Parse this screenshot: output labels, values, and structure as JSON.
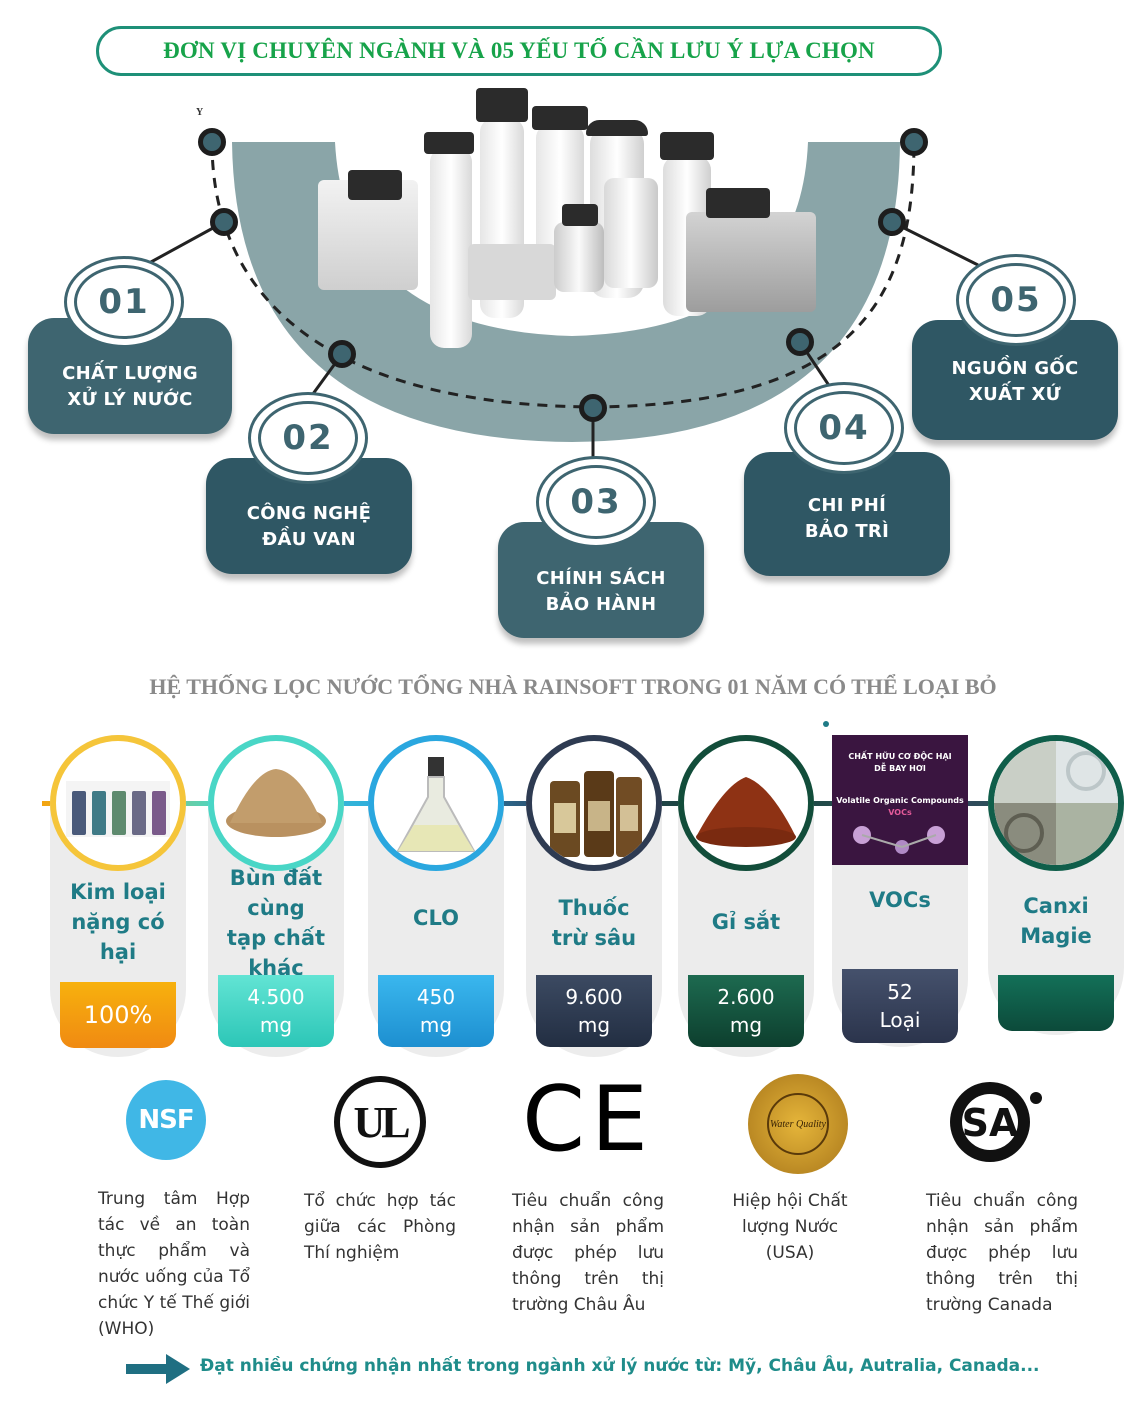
{
  "title": "ĐƠN VỊ CHUYÊN NGÀNH VÀ 05 YẾU TỐ CẦN LƯU Ý LỰA CHỌN",
  "marker": "Y",
  "factors": [
    {
      "number": "01",
      "line1": "CHẤT LƯỢNG",
      "line2": "XỬ LÝ NƯỚC"
    },
    {
      "number": "02",
      "line1": "CÔNG NGHỆ",
      "line2": "ĐẦU VAN"
    },
    {
      "number": "03",
      "line1": "CHÍNH SÁCH",
      "line2": "BẢO HÀNH"
    },
    {
      "number": "04",
      "line1": "CHI PHÍ",
      "line2": "BẢO TRÌ"
    },
    {
      "number": "05",
      "line1": "NGUỒN GỐC",
      "line2": "XUẤT XỨ"
    }
  ],
  "section2_title": "HỆ THỐNG LỌC NƯỚC TỔNG NHÀ RAINSOFT TRONG 01 NĂM CÓ THỂ LOẠI BỎ",
  "contaminants": [
    {
      "label": [
        "Kim loại",
        "nặng có",
        "hại"
      ],
      "value": [
        "100%"
      ],
      "color": "#f5a40e"
    },
    {
      "label": [
        "Bùn đất",
        "cùng",
        "tạp chất",
        "khác"
      ],
      "value": [
        "4.500",
        "mg"
      ],
      "color": "#49d6c6"
    },
    {
      "label": [
        "CLO"
      ],
      "value": [
        "450",
        "mg"
      ],
      "color": "#2aa7df"
    },
    {
      "label": [
        "Thuốc",
        "trừ sâu"
      ],
      "value": [
        "9.600",
        "mg"
      ],
      "color": "#2e3b52"
    },
    {
      "label": [
        "Gỉ sắt"
      ],
      "value": [
        "2.600",
        "mg"
      ],
      "color": "#124d3a"
    },
    {
      "label": [
        "VOCs"
      ],
      "value": [
        "52",
        "Loại"
      ],
      "color": "#394560"
    },
    {
      "label": [
        "Canxi",
        "Magie"
      ],
      "value": [],
      "color": "#0f5e4a"
    }
  ],
  "voc_image_text": {
    "line1": "CHẤT HỮU CƠ ĐỘC HẠI",
    "line2": "DỄ BAY HƠI",
    "line3": "Volatile Organic Compounds",
    "line4": "VOCs"
  },
  "certifications": [
    {
      "logo": "NSF",
      "desc": "Trung tâm Hợp tác về an toàn thực phẩm và nước uống của Tổ chức Y tế Thế giới (WHO)"
    },
    {
      "logo": "UL",
      "desc": "Tổ chức hợp tác giữa các Phòng Thí nghiệm"
    },
    {
      "logo": "CE",
      "desc": "Tiêu chuẩn công nhận sản phẩm được phép lưu thông trên thị trường Châu Âu"
    },
    {
      "logo": "Water Quality",
      "desc_lines": [
        "Hiệp hội Chất",
        "lượng Nước",
        "(USA)"
      ]
    },
    {
      "logo": "SA",
      "desc": "Tiêu chuẩn công nhận sản phẩm được phép lưu thông trên thị trường Canada"
    }
  ],
  "footer": "Đạt nhiều chứng nhận nhất trong ngành xử lý nước từ: Mỹ, Châu Âu, Autralia, Canada...",
  "colors": {
    "teal_dark": "#3e6570",
    "title_green": "#17a34a",
    "title_border": "#1e9078",
    "arc": "#8aa5a8",
    "footer": "#1f8c8a"
  }
}
